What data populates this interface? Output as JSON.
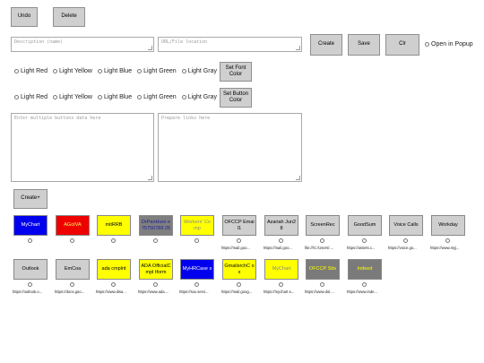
{
  "toolbar": {
    "undo_label": "Undo",
    "delete_label": "Delete"
  },
  "inputs": {
    "description_placeholder": "Description (name)",
    "url_placeholder": "URL/File location",
    "multi_placeholder": "Enter multiple buttons data here",
    "links_placeholder": "Prepare links here"
  },
  "actions": {
    "create": "Create",
    "save": "Save",
    "clr": "Clr",
    "popup": "Open in Popup"
  },
  "font_colors": [
    "Light Red",
    "Light Yellow",
    "Light Blue",
    "Light Green",
    "Light Gray"
  ],
  "button_colors": [
    "Light Red",
    "Light Yellow",
    "Light Blue",
    "Light Green",
    "Light Gray"
  ],
  "set_font_color": "Set Font Color",
  "set_button_color": "Set Button Color",
  "create_plus": "Create+",
  "colors": {
    "blue": "#0000ee",
    "red": "#ee0000",
    "yellow": "#ffff00",
    "gray": "#cfcfcf",
    "dark_gray": "#7a7a7a"
  },
  "row1": [
    {
      "label": "MyChart",
      "bg": "#0000ee",
      "fg": "#ffffff",
      "link": ""
    },
    {
      "label": "AGoIVA",
      "bg": "#ee0000",
      "fg": "#ffff66",
      "link": ""
    },
    {
      "label": "mitRRB",
      "bg": "#ffff00",
      "fg": "#000000",
      "link": ""
    },
    {
      "label": "DrPanHure e75750789 25",
      "bg": "#7f7f7f",
      "fg": "#1a1aa0",
      "link": ""
    },
    {
      "label": "Workers' Comp",
      "bg": "#ffff00",
      "fg": "#888888",
      "link": ""
    },
    {
      "label": "OFCCP Email1",
      "bg": "#cfcfcf",
      "fg": "#000000",
      "link": "https://mail.goo..."
    },
    {
      "label": "Azariah Jun28",
      "bg": "#cfcfcf",
      "fg": "#000000",
      "link": "https://mail.goo..."
    },
    {
      "label": "ScreenRec",
      "bg": "#cfcfcf",
      "fg": "#000000",
      "link": "file:///C:/Users/...."
    },
    {
      "label": "GoodSum",
      "bg": "#cfcfcf",
      "fg": "#000000",
      "link": "https://assets.c..."
    },
    {
      "label": "Voice Calls",
      "bg": "#cfcfcf",
      "fg": "#000000",
      "link": "https://voice.go..."
    },
    {
      "label": "Workday",
      "bg": "#cfcfcf",
      "fg": "#000000",
      "link": "https://www.myj..."
    }
  ],
  "row2": [
    {
      "label": "Outlook",
      "bg": "#cfcfcf",
      "fg": "#000000",
      "link": "https://outlook.o..."
    },
    {
      "label": "EmCoa",
      "bg": "#cfcfcf",
      "fg": "#000000",
      "link": "https://docs.goo..."
    },
    {
      "label": "ada cmplnt",
      "bg": "#ffff00",
      "fg": "#000000",
      "link": "https://www.disa..."
    },
    {
      "label": "ADA OfficialCmpl tform",
      "bg": "#ffff00",
      "fg": "#000000",
      "link": "https://www.ada...."
    },
    {
      "label": "MyHRCase s",
      "bg": "#0000ee",
      "fg": "#ffffff",
      "link": "https://sox.servi..."
    },
    {
      "label": "GmailsrchC ox",
      "bg": "#ffff00",
      "fg": "#000000",
      "link": "https://mail.goog..."
    },
    {
      "label": "MyChart",
      "bg": "#ffff00",
      "fg": "#888888",
      "link": "https://mychart.s..."
    },
    {
      "label": "OFCCP Stts",
      "bg": "#7a7a7a",
      "fg": "#ffff00",
      "link": "https://www.dol...."
    },
    {
      "label": "Indeed",
      "bg": "#7a7a7a",
      "fg": "#ffff00",
      "link": "https://www.inde..."
    }
  ]
}
